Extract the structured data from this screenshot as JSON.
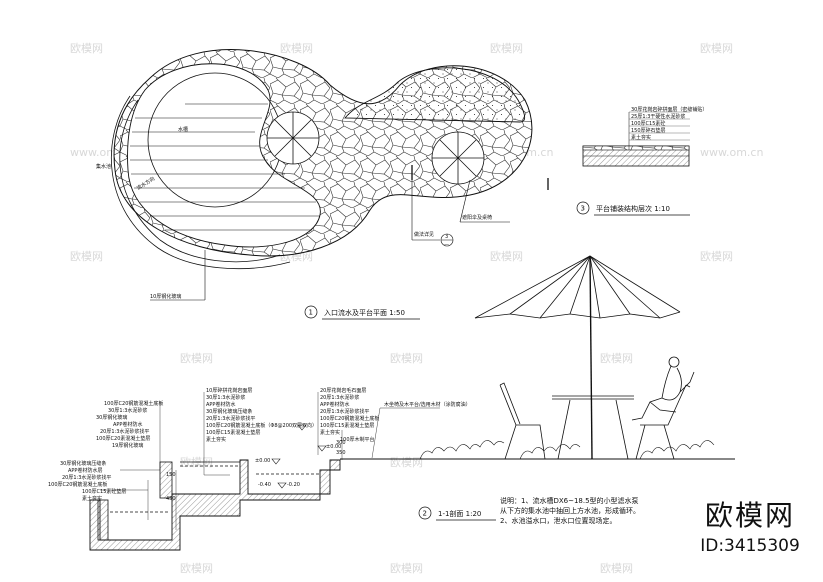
{
  "labels": {
    "water_trough": "水槽",
    "collect_pool": "集水池",
    "water_dir": "流水方向",
    "glass": "10厚钢化玻璃",
    "umbrella": "遮阳伞及桌椅",
    "detail_ref": "做法详见",
    "detail_ref_no": "3",
    "detail_ref_sheet": "—",
    "plan_title_no": "1",
    "plan_title": "入口流水及平台平面   1:50",
    "paving_title_no": "3",
    "paving_title": "平台铺装结构层次   1:10",
    "section_title_no": "2",
    "section_title": "1-1剖面   1:20",
    "platform_note": "木坐椅及木平台/选用木材（涂防腐油）"
  },
  "paving_layers": [
    "30厚花岗岩碎拼面层（密缝铺贴）",
    "25厚1:3干硬性水泥砂浆",
    "100厚C15素砼",
    "150厚碎石垫层",
    "素土夯实"
  ],
  "section_left_labels": [
    "100厚C20钢筋混凝土底板",
    "30厚1:3水泥砂浆",
    "30厚钢化玻璃",
    "APP卷材防水",
    "20厚1:3水泥砂浆找平",
    "100厚C20素混凝土垫层",
    "19厚钢化玻璃",
    "30厚钢化玻璃压缝条",
    "APP卷材防水层",
    "20厚1:3水泥砂浆找平",
    "100厚C20钢筋混凝土底板",
    "100厚C15素砼垫层",
    "素土夯实"
  ],
  "section_mid_labels": [
    "10厚碎拼花岗岩面层",
    "30厚1:3水泥砂浆",
    "APP卷材防水",
    "30厚钢化玻璃压缝条",
    "20厚1:3水泥砂浆找平",
    "100厚C20钢筋混凝土底板（Φ8@200双层双向）",
    "100厚C15素混凝土垫层",
    "素土夯实"
  ],
  "section_right_labels": [
    "20厚花岗岩毛石面层",
    "20厚1:3水泥砂浆",
    "APP卷材防水",
    "20厚1:3水泥砂浆找平",
    "100厚C20钢筋混凝土底板",
    "100厚C15素混凝土垫层",
    "素土夯实",
    "100厚木制平台"
  ],
  "elevations": {
    "e1": "±0.00",
    "e2": "-0.20",
    "e3": "-0.40",
    "e4": "±0.00"
  },
  "dims": [
    "150",
    "450",
    "300",
    "350"
  ],
  "notes": [
    "说明：1、流水槽DX6~18.5型的小型滤水泵",
    "从下方的集水池中抽回上方水池，形成循环。",
    "2、水池溢水口，泄水口位置现场定。"
  ],
  "brand": {
    "name": "欧模网",
    "id": "ID:3415309"
  },
  "watermark": "欧模网",
  "watermark_url": "www.om.cn"
}
